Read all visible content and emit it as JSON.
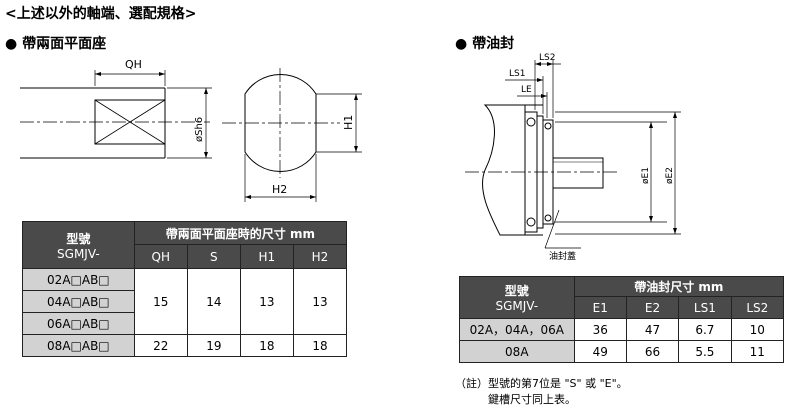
{
  "page_title": "<上述以外的軸端、選配規格>",
  "left_section": {
    "title": "● 帶兩面平面座",
    "labels": {
      "qh": "QH",
      "sh6": "øSh6",
      "h1": "H1",
      "h2": "H2"
    },
    "table": {
      "model_label": "型號",
      "model_prefix": "SGMJV-",
      "group_header": "帶兩面平面座時的尺寸 mm",
      "columns": [
        "QH",
        "S",
        "H1",
        "H2"
      ],
      "models": [
        "02A□AB□",
        "04A□AB□",
        "06A□AB□",
        "08A□AB□"
      ],
      "rows": [
        {
          "QH": "15",
          "S": "14",
          "H1": "13",
          "H2": "13"
        },
        {
          "QH": "22",
          "S": "19",
          "H1": "18",
          "H2": "18"
        }
      ]
    }
  },
  "right_section": {
    "title": "● 帶油封",
    "labels": {
      "ls2": "LS2",
      "ls1": "LS1",
      "le": "LE",
      "e1": "øE1",
      "e2": "øE2",
      "seal": "油封蓋"
    },
    "table": {
      "model_label": "型號",
      "model_prefix": "SGMJV-",
      "group_header": "帶油封尺寸 mm",
      "columns": [
        "E1",
        "E2",
        "LS1",
        "LS2"
      ],
      "rows": [
        {
          "model": "02A，04A，06A",
          "E1": "36",
          "E2": "47",
          "LS1": "6.7",
          "LS2": "10"
        },
        {
          "model": "08A",
          "E1": "49",
          "E2": "66",
          "LS1": "5.5",
          "LS2": "11"
        }
      ]
    },
    "note_line1": "（註）型號的第7位是 \"S\" 或 \"E\"。",
    "note_line2": "鍵槽尺寸同上表。"
  },
  "colors": {
    "header_bg": "#4a4a4a",
    "model_bg": "#d2d2d2",
    "line": "#000000"
  }
}
